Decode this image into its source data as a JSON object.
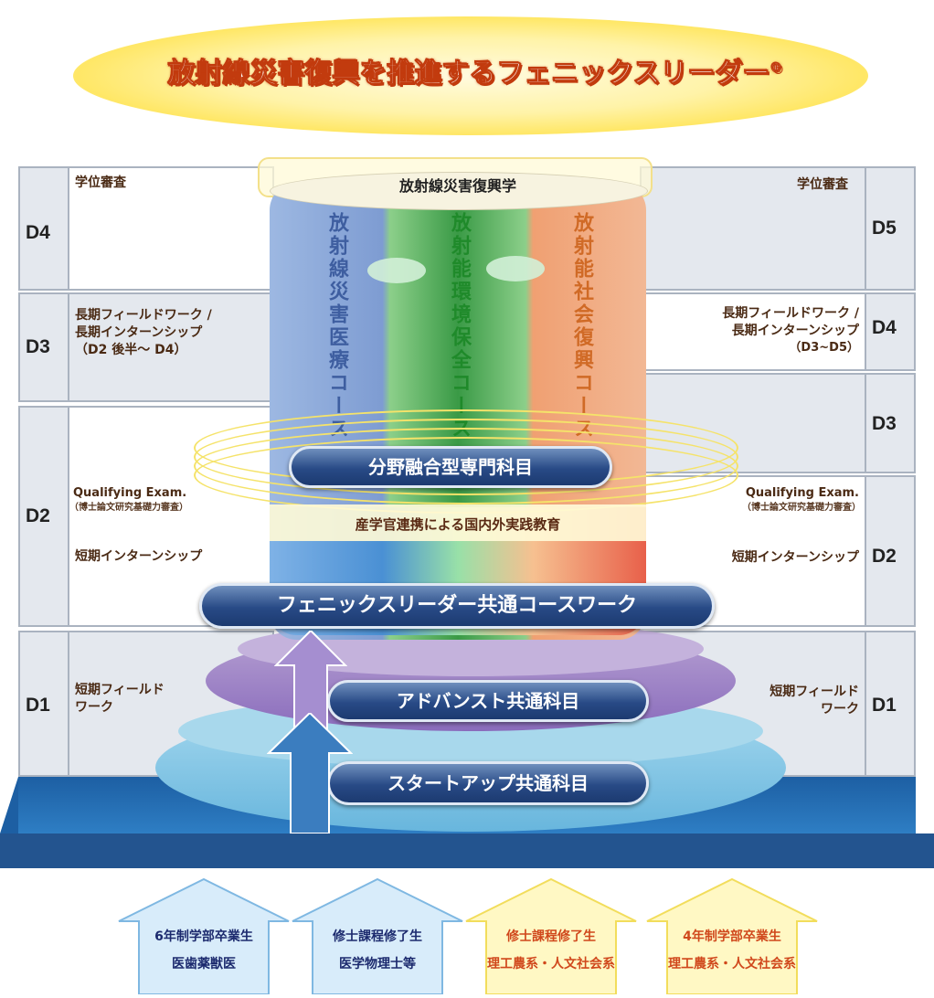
{
  "title": "放射線災害復興を推進するフェニックスリーダー",
  "title_mark": "®",
  "center_top_label": "放射線災害復興学",
  "courses": [
    {
      "label": "放射線災害医療コース",
      "color": "#4a68a8"
    },
    {
      "label": "放射能環境保全コース",
      "color": "#1f8a2a"
    },
    {
      "label": "放射能社会復興コース",
      "color": "#d06a26"
    }
  ],
  "fusion_label": "分野融合型専門科目",
  "practice_label": "産学官連携による国内外実践教育",
  "common_label": "フェニックスリーダー共通コースワーク",
  "advanced_label": "アドバンスト共通科目",
  "startup_label": "スタートアップ共通科目",
  "left": {
    "d4": {
      "level": "D4",
      "text": "学位審査"
    },
    "d3": {
      "level": "D3",
      "line1": "長期フィールドワーク /",
      "line2": "長期インターンシップ",
      "line3": "（D2 後半～ D4）"
    },
    "d2": {
      "level": "D2",
      "qe": "Qualifying Exam.",
      "qe_sub": "（博士論文研究基礎力審査）",
      "intern": "短期インターンシップ"
    },
    "d1": {
      "level": "D1",
      "line1": "短期フィールド",
      "line2": "ワーク"
    }
  },
  "right": {
    "d5": {
      "level": "D5",
      "text": "学位審査"
    },
    "d4": {
      "level": "D4",
      "line1": "長期フィールドワーク /",
      "line2": "長期インターンシップ",
      "line3": "（D3~D5）"
    },
    "d3": {
      "level": "D3"
    },
    "d2": {
      "level": "D2",
      "qe": "Qualifying Exam.",
      "qe_sub": "（博士論文研究基礎力審査）",
      "intern": "短期インターンシップ"
    },
    "d1": {
      "level": "D1",
      "line1": "短期フィールド",
      "line2": "ワーク"
    }
  },
  "inputs": [
    {
      "line1": "6年制学部卒業生",
      "line2": "医歯薬獣医",
      "color": "#1c2a6e"
    },
    {
      "line1": "修士課程修了生",
      "line2": "医学物理士等",
      "color": "#1c2a6e"
    },
    {
      "line1": "修士課程修了生",
      "line2": "理工農系・人文社会系",
      "color": "#d0481c"
    },
    {
      "line1": "4年制学部卒業生",
      "line2": "理工農系・人文社会系",
      "color": "#d0481c"
    }
  ]
}
